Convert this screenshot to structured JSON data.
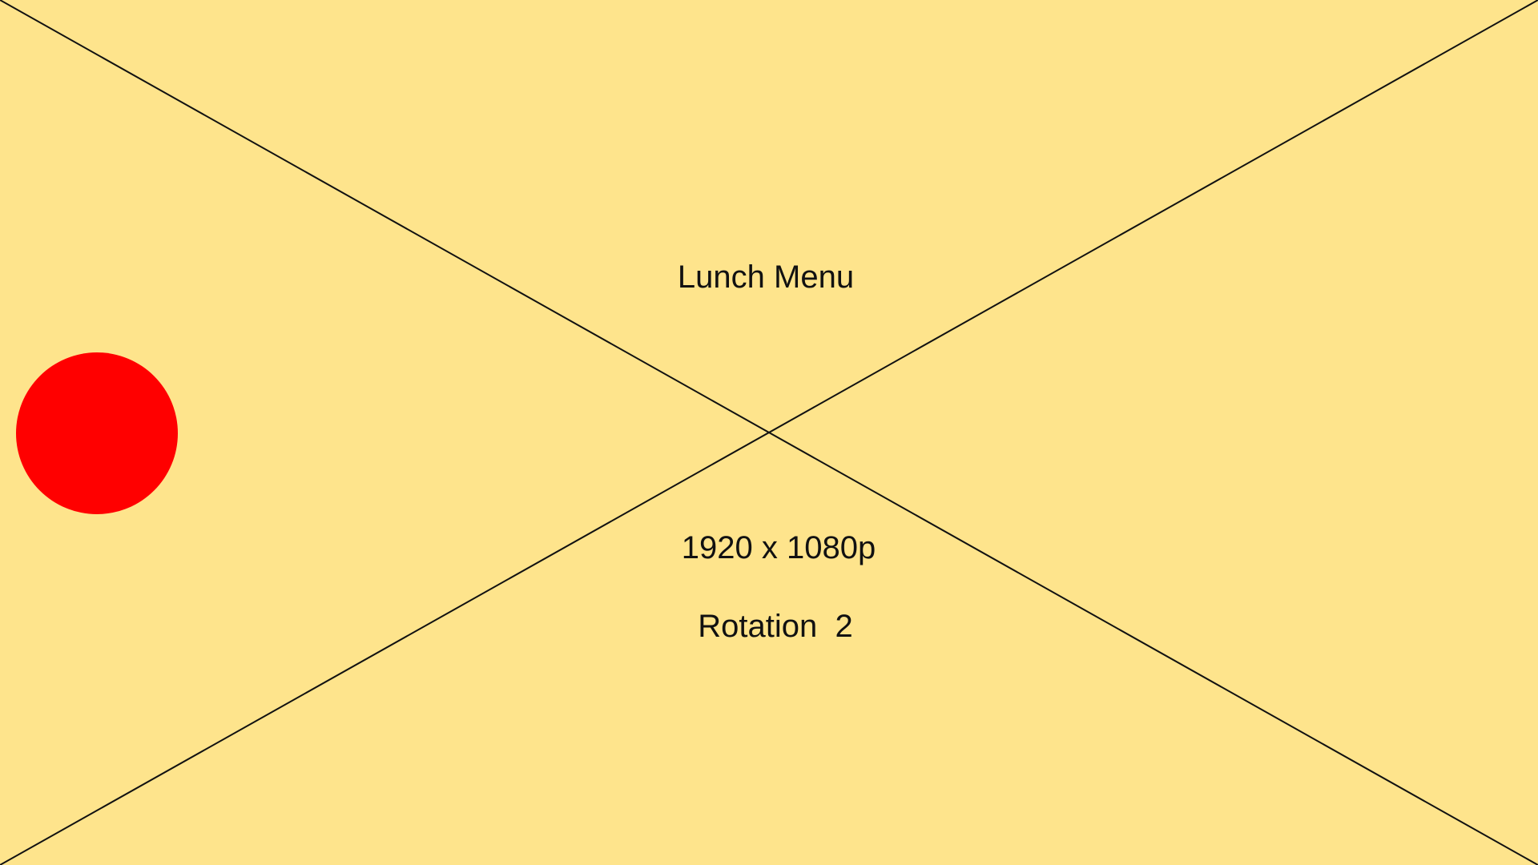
{
  "title": "Lunch Menu",
  "resolution": "1920 x 1080p",
  "rotation": "Rotation  2",
  "colors": {
    "background": "#FEE48C",
    "dot": "#FF0000",
    "lines": "#111111"
  }
}
